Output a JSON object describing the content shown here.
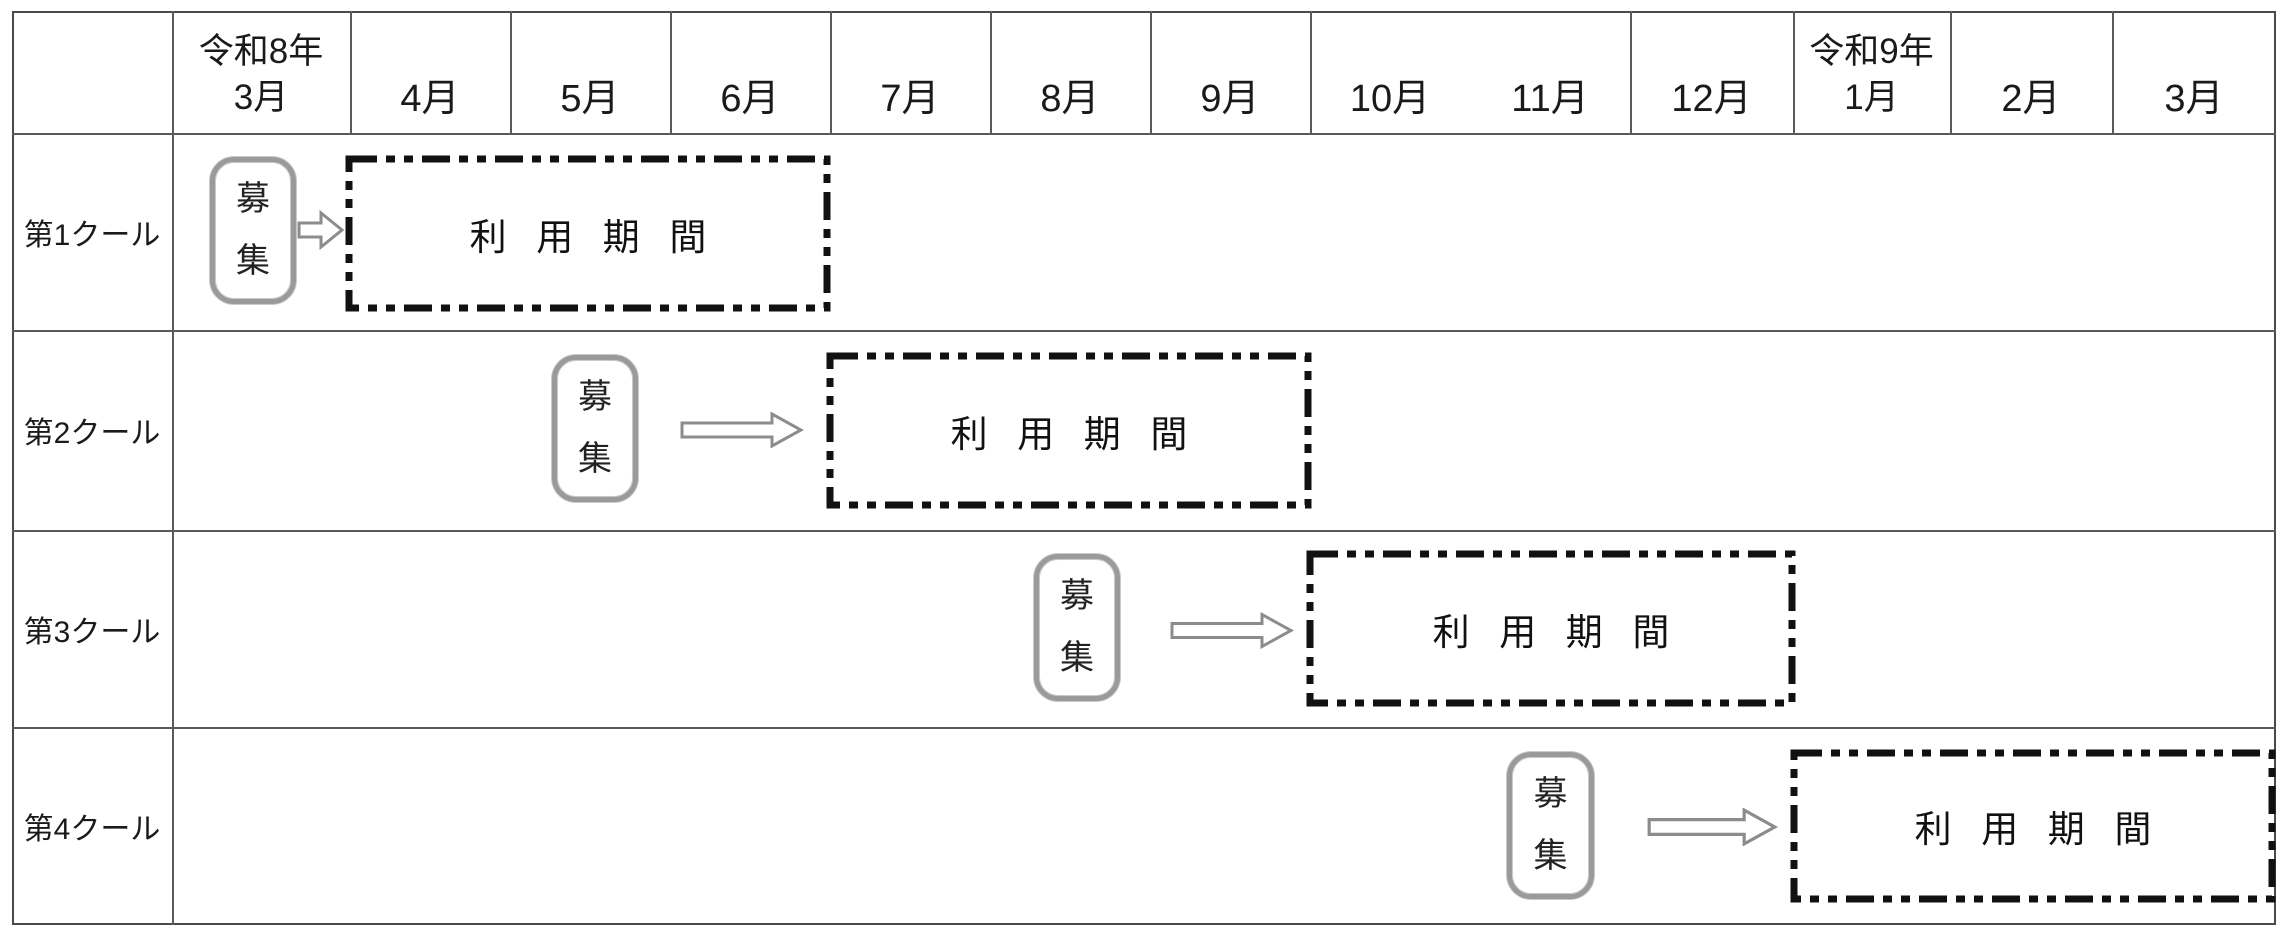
{
  "header": {
    "era1": {
      "line1": "令和8年",
      "line2": "3月"
    },
    "months_mid": [
      "4月",
      "5月",
      "6月",
      "7月",
      "8月",
      "9月"
    ],
    "double_cell": {
      "left": "10月",
      "right": "11月"
    },
    "dec": "12月",
    "era2": {
      "line1": "令和9年",
      "line2": "1月"
    },
    "months_end": [
      "2月",
      "3月"
    ]
  },
  "rows": [
    {
      "label": "第1クール",
      "recruit": "募集",
      "period": "利用期間",
      "recruit_timing": "令和8年3月",
      "period_months": [
        "4月",
        "5月",
        "6月"
      ]
    },
    {
      "label": "第2クール",
      "recruit": "募集",
      "period": "利用期間",
      "recruit_timing": "5月",
      "period_months": [
        "7月",
        "8月",
        "9月"
      ]
    },
    {
      "label": "第3クール",
      "recruit": "募集",
      "period": "利用期間",
      "recruit_timing": "8月",
      "period_months": [
        "10月",
        "11月",
        "12月"
      ]
    },
    {
      "label": "第4クール",
      "recruit": "募集",
      "period": "利用期間",
      "recruit_timing": "11月",
      "period_months": [
        "令和9年1月",
        "2月",
        "3月"
      ]
    }
  ],
  "colors": {
    "background": "#ffffff",
    "grid_line": "#5a5a5a",
    "frame": "#4a4a4a",
    "dash_border": "#111111",
    "recruit_box_border": "#9a9a9a",
    "arrow_outline": "#8c8c8c",
    "text": "#1a1a1a"
  }
}
